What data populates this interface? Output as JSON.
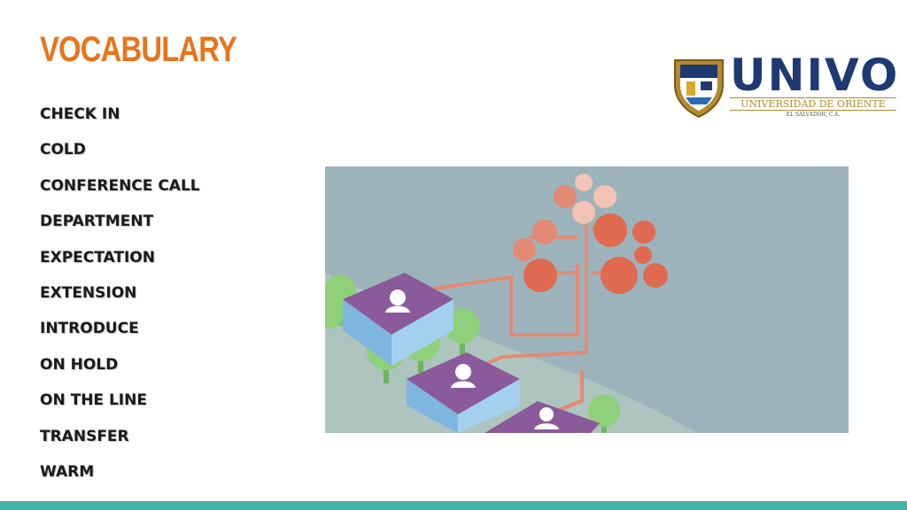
{
  "slide": {
    "title": "VOCABULARY",
    "vocabulary": [
      "CHECK IN",
      "COLD",
      "CONFERENCE CALL",
      "DEPARTMENT",
      "EXPECTATION",
      "EXTENSION",
      "INTRODUCE",
      "ON HOLD",
      "ON THE LINE",
      "TRANSFER",
      "WARM"
    ]
  },
  "logo": {
    "name": "UNIVO",
    "subtitle": "UNIVERSIDAD DE ORIENTE",
    "location": "EL SALVADOR, C.A."
  },
  "colors": {
    "title": "#e8741c",
    "logo_blue": "#1f3a73",
    "logo_gold": "#b38a2e",
    "footer_bar": "#46b3a8"
  },
  "illustration": {
    "icons": [
      "call-center-building-icon",
      "tree-network-icon",
      "people-group-icon",
      "headset-agent-icon"
    ]
  }
}
